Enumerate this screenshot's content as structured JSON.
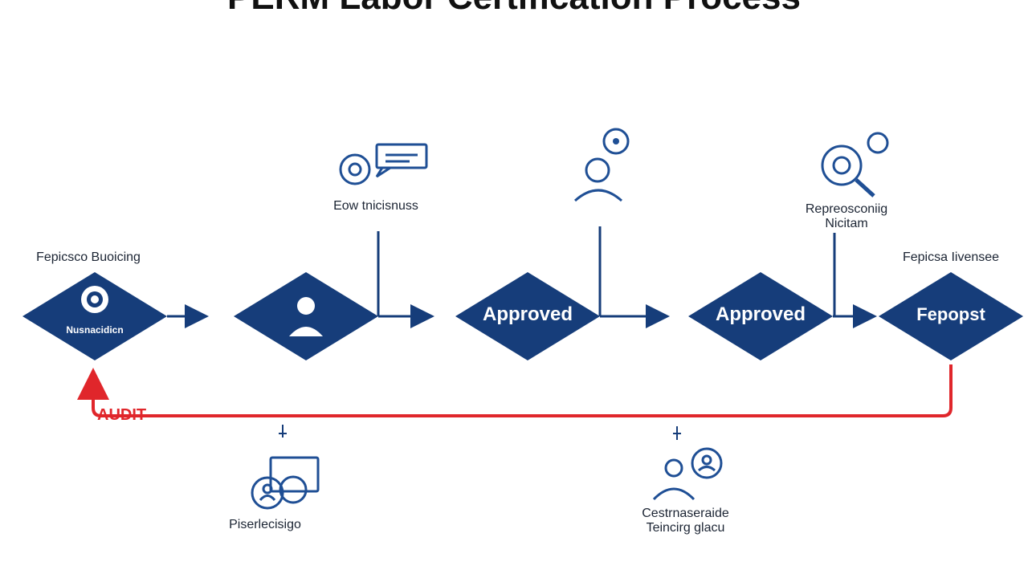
{
  "diagram": {
    "title": "PERM Labor Certification Process",
    "colors": {
      "node": "#163d7a",
      "arrow": "#163d7a",
      "audit": "#e0262b",
      "icon": "#1f4f95"
    },
    "nodes": [
      {
        "id": "start",
        "text": "Nusnacidicn",
        "icon": "gear-badge-icon"
      },
      {
        "id": "step2",
        "text": "",
        "icon": "person-icon"
      },
      {
        "id": "approved-1",
        "text": "Approved",
        "icon": ""
      },
      {
        "id": "approved-2",
        "text": "Approved",
        "icon": ""
      },
      {
        "id": "end",
        "text": "Fepopst",
        "icon": ""
      }
    ],
    "top_labels": [
      "Fepicsco Buoicing",
      "Eow tnicisnuss",
      "Repreosconiig Nicitam",
      "Fepicsa Iivensee"
    ],
    "bottom_labels": [
      "Piserlecisigo",
      "Cestrnaseraide Teincirg glacu"
    ],
    "audit_label": "AUDIT"
  }
}
